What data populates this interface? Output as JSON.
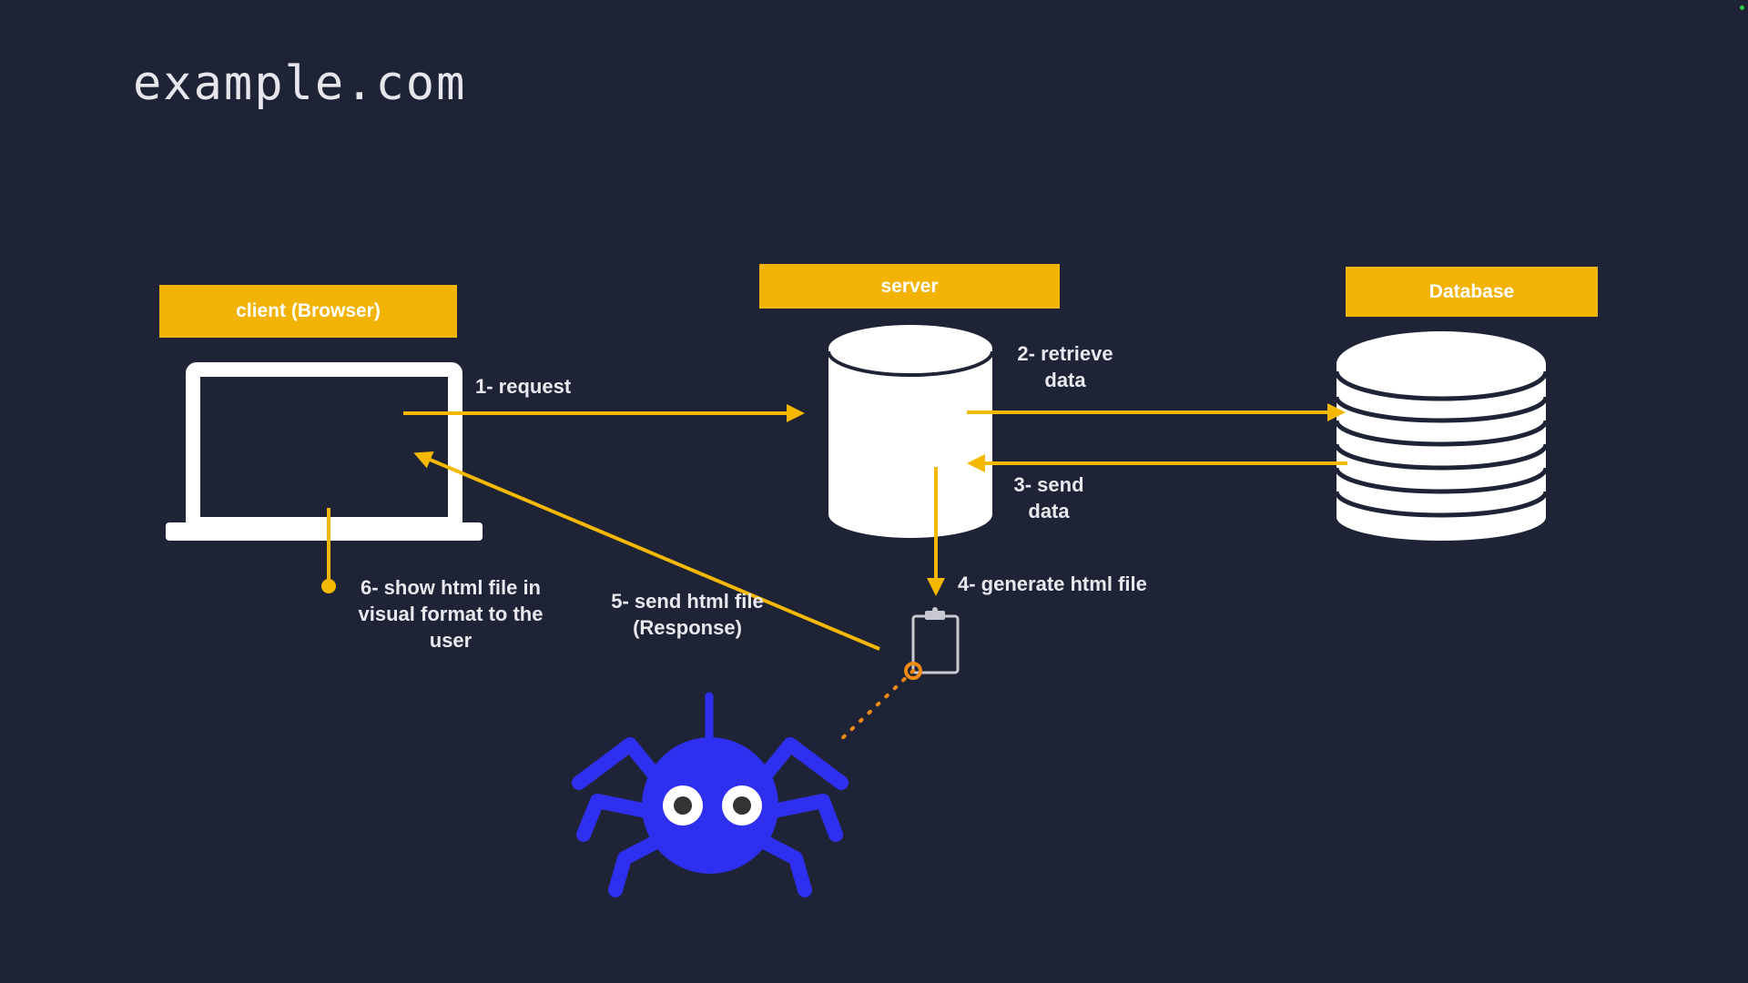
{
  "title": "example.com",
  "labels": {
    "client": "client (Browser)",
    "server": "server",
    "database": "Database"
  },
  "browser_screen": {
    "link_text": "example.com"
  },
  "steps": {
    "step1": "1- request",
    "step2": "2- retrieve\ndata",
    "step3": "3- send\ndata",
    "step4": "4- generate html file",
    "step5": "5- send html file\n(Response)",
    "step6": "6- show html file in\nvisual format to the\nuser"
  },
  "icons": {
    "laptop": "laptop-icon",
    "server": "server-cylinder-icon",
    "database": "database-stack-icon",
    "html_file": "clipboard-icon",
    "crawler": "spider-icon"
  },
  "colors": {
    "background": "#1e2336",
    "accent": "#f2b305",
    "arrow": "#f5b800",
    "spider": "#2f2ff0",
    "spider_link": "#f08a12",
    "foreground": "#ffffff"
  }
}
